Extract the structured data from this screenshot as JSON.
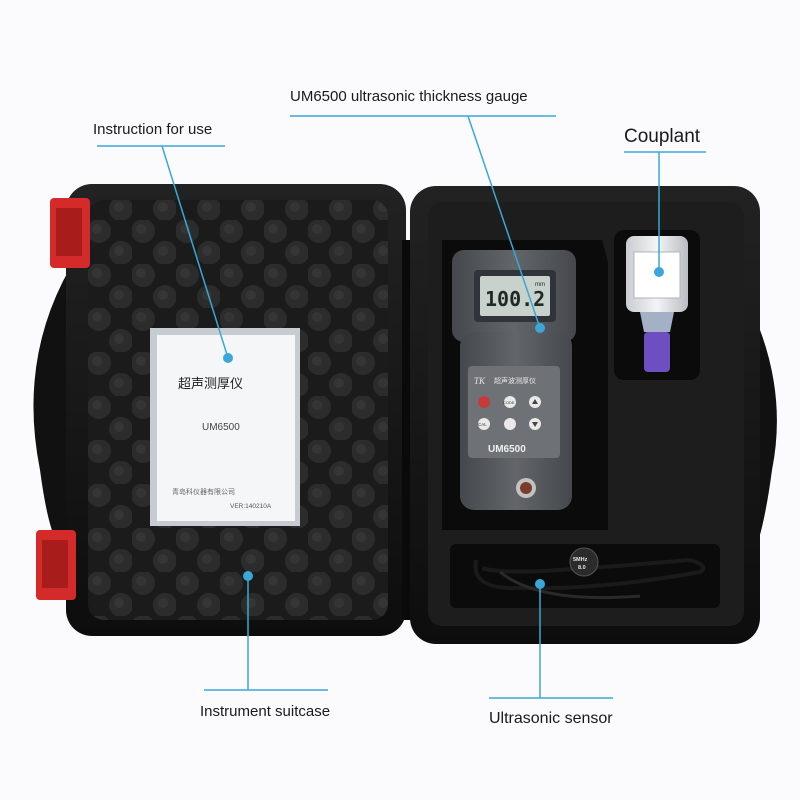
{
  "callouts": {
    "instruction": "Instruction for use",
    "gauge": "UM6500 ultrasonic thickness gauge",
    "couplant": "Couplant",
    "suitcase": "Instrument suitcase",
    "sensor": "Ultrasonic sensor"
  },
  "manual": {
    "title": "超声测厚仪",
    "model": "UM6500",
    "company": "青岛科仪器有限公司",
    "version": "VER:140210A"
  },
  "gauge": {
    "reading": "100.2",
    "unit": "mm",
    "brand_mark": "TK",
    "device_name": "超声波测厚仪",
    "model": "UM6500",
    "buttons": {
      "coding": "CODE",
      "cal": "CAL"
    }
  },
  "sensor": {
    "label_top": "5MHz",
    "label_bottom": "8.0"
  },
  "colors": {
    "callout_line": "#3aa7d8",
    "case_black": "#141414",
    "latch_red": "#d42a2a",
    "gauge_body": "#565a5e",
    "lcd": "#c9d1cc",
    "bottle_cap": "#6d4fc1"
  }
}
